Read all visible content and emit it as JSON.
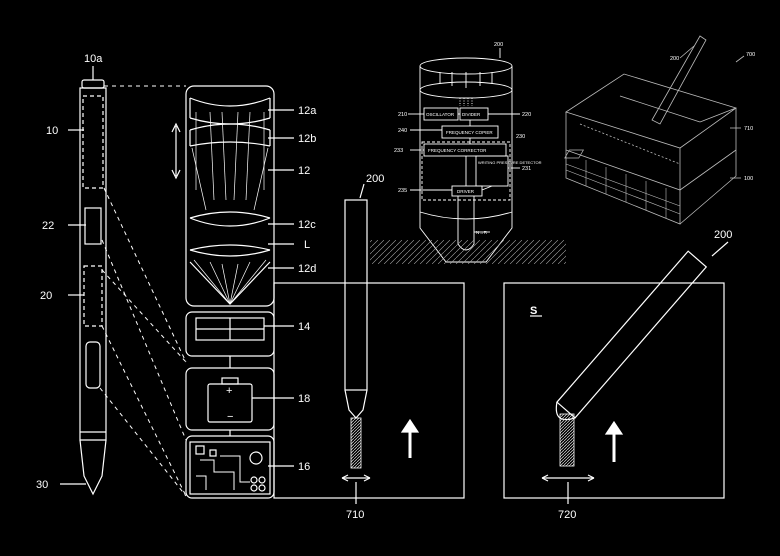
{
  "figure": {
    "labels": {
      "pen_tip_cap": "10a",
      "pen_body": "10",
      "button": "22",
      "pen_section": "20",
      "pen_tip": "30",
      "lens_a": "12a",
      "lens_b": "12b",
      "lens_assembly": "12",
      "lens_c": "12c",
      "light_path": "L",
      "lens_d": "12d",
      "sensor": "14",
      "battery": "18",
      "circuit_board": "16",
      "pen_vertical": "200",
      "pen_tilted": "200",
      "line_width_narrow": "710",
      "line_width_wide": "720",
      "surface_label": "S"
    },
    "block_diagram": {
      "pen_ref": "200",
      "oscillator": "OSCILLATOR",
      "oscillator_ref": "210",
      "divider": "DIVIDER",
      "divider_ref": "220",
      "frequency_copier": "FREQUENCY COPIER",
      "frequency_copier_ref": "240",
      "frequency_corrector": "FREQUENCY CORRECTOR",
      "frequency_corrector_ref": "233",
      "group_ref": "230",
      "writing_pressure_detector": "WRITING PRESSURE DETECTOR",
      "writing_pressure_detector_ref": "231",
      "driver": "DRIVER",
      "driver_ref": "235",
      "field_label": "N→R"
    },
    "tablet": {
      "figure_ref": "700",
      "pen_ref": "200",
      "panel_ref": "710",
      "base_ref": "100"
    }
  }
}
